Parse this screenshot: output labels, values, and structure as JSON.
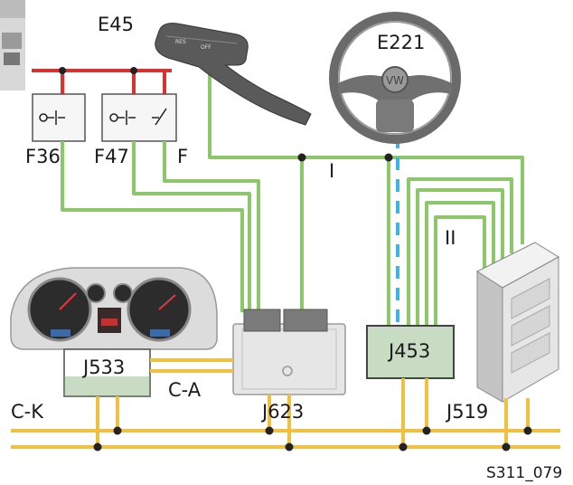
{
  "figure_id": "S311_079",
  "labels": {
    "e45": "E45",
    "e221": "E221",
    "f36": "F36",
    "f47": "F47",
    "f": "F",
    "line_i": "I",
    "line_ii": "II",
    "j533": "J533",
    "j623": "J623",
    "j453": "J453",
    "j519": "J519",
    "c_a": "C-A",
    "c_k": "C-K"
  },
  "colors": {
    "signal_wire": "#8cc86a",
    "power_wire": "#d83232",
    "can_bus": "#f0c040",
    "diag_wire": "#3cb4e6",
    "module_green": "#c8dcc4",
    "module_grey": "#e4e4e4"
  },
  "icons": {
    "e45": "stalk-switch-icon",
    "e221": "steering-wheel-icon",
    "j533": "instrument-cluster-icon",
    "j519": "control-module-icon"
  }
}
